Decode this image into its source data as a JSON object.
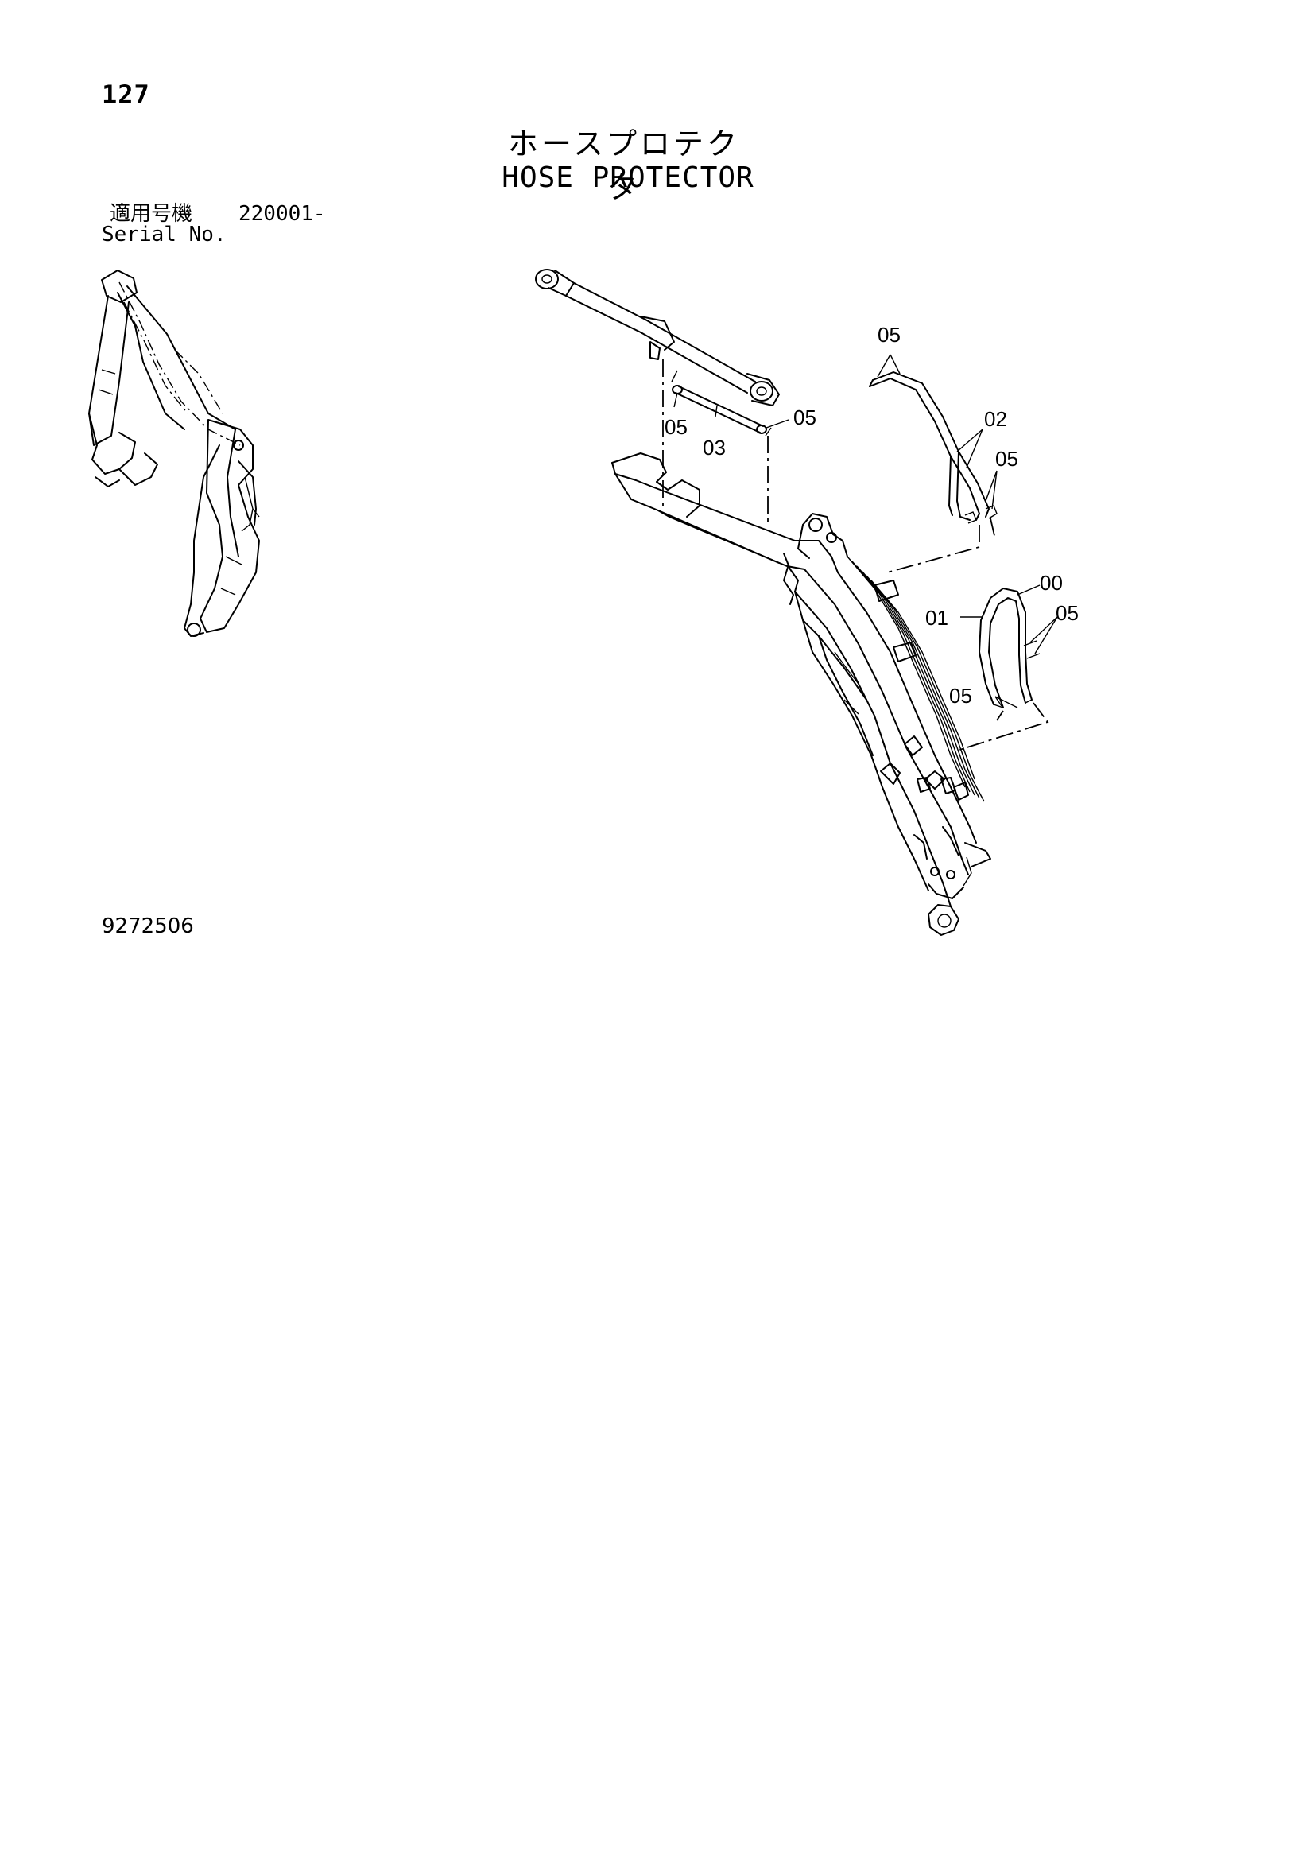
{
  "page": {
    "number": "127",
    "title_jp": "ホースプロテクタ",
    "title_en": "HOSE PROTECTOR",
    "serial_label_jp": "適用号機",
    "serial_label_en": "Serial No.",
    "serial_value": "220001-",
    "drawing_number": "9272506"
  },
  "callouts": [
    {
      "id": "c-05-a",
      "label": "05"
    },
    {
      "id": "c-02",
      "label": "02"
    },
    {
      "id": "c-05-b",
      "label": "05"
    },
    {
      "id": "c-05-c",
      "label": "05"
    },
    {
      "id": "c-03",
      "label": "03"
    },
    {
      "id": "c-05-d",
      "label": "05"
    },
    {
      "id": "c-00",
      "label": "00"
    },
    {
      "id": "c-01",
      "label": "01"
    },
    {
      "id": "c-05-e",
      "label": "05"
    },
    {
      "id": "c-05-f",
      "label": "05"
    }
  ]
}
